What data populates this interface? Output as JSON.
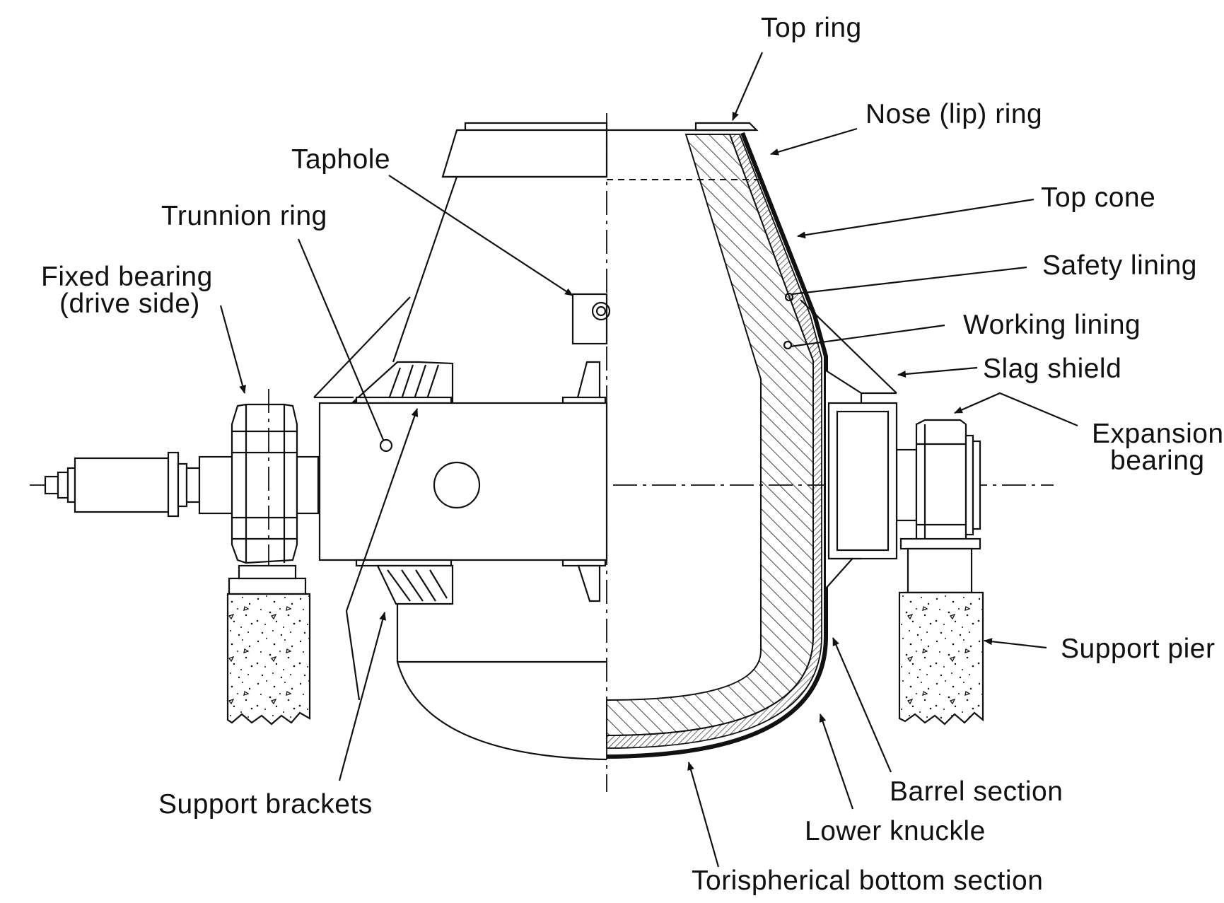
{
  "labels": {
    "top_ring": "Top ring",
    "nose_ring": "Nose (lip) ring",
    "taphole": "Taphole",
    "top_cone": "Top cone",
    "trunnion_ring": "Trunnion ring",
    "safety_lining": "Safety lining",
    "fixed_bearing_1": "Fixed bearing",
    "fixed_bearing_2": "(drive side)",
    "working_lining": "Working lining",
    "slag_shield": "Slag shield",
    "expansion_bearing_1": "Expansion",
    "expansion_bearing_2": "bearing",
    "support_pier": "Support pier",
    "barrel_section": "Barrel section",
    "support_brackets": "Support brackets",
    "lower_knuckle": "Lower knuckle",
    "torispherical_bottom": "Torispherical bottom section"
  },
  "colors": {
    "ink": "#111111",
    "background": "#ffffff"
  }
}
